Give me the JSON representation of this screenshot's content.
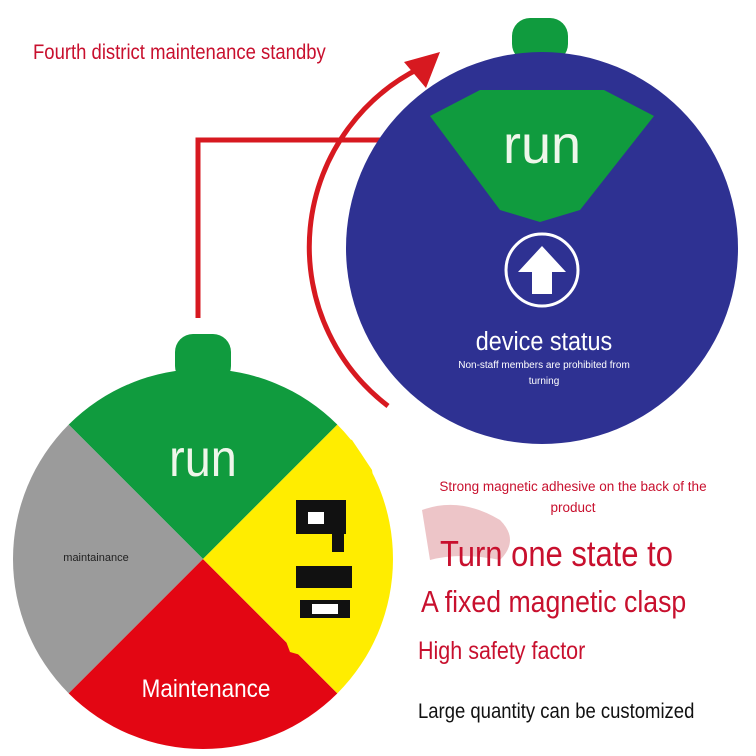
{
  "headline": "Fourth district maintenance standby",
  "blue_dial": {
    "state_label": "run",
    "title": "device status",
    "warning_line_1": "Non-staff members are prohibited from",
    "warning_line_2": "turning",
    "icon": "arrow-up-icon"
  },
  "front_dial": {
    "segments": {
      "top": "run",
      "left": "maintainance",
      "bottom": "Maintenance",
      "right": ""
    }
  },
  "features": {
    "magnet_note": "Strong magnetic adhesive on the back of the product",
    "line_1": "Turn one state to",
    "line_2": "A fixed magnetic clasp",
    "line_3": "High safety factor",
    "line_4": "Large quantity can be customized"
  },
  "colors": {
    "accent_red": "#c8102e",
    "arrow_red": "#d71920",
    "dial_blue": "#2e3192",
    "run_green": "#109b3e",
    "standby_grey": "#9b9b9b",
    "maintenance_red": "#e30613",
    "yellow": "#ffed00",
    "text_dark": "#111111"
  }
}
